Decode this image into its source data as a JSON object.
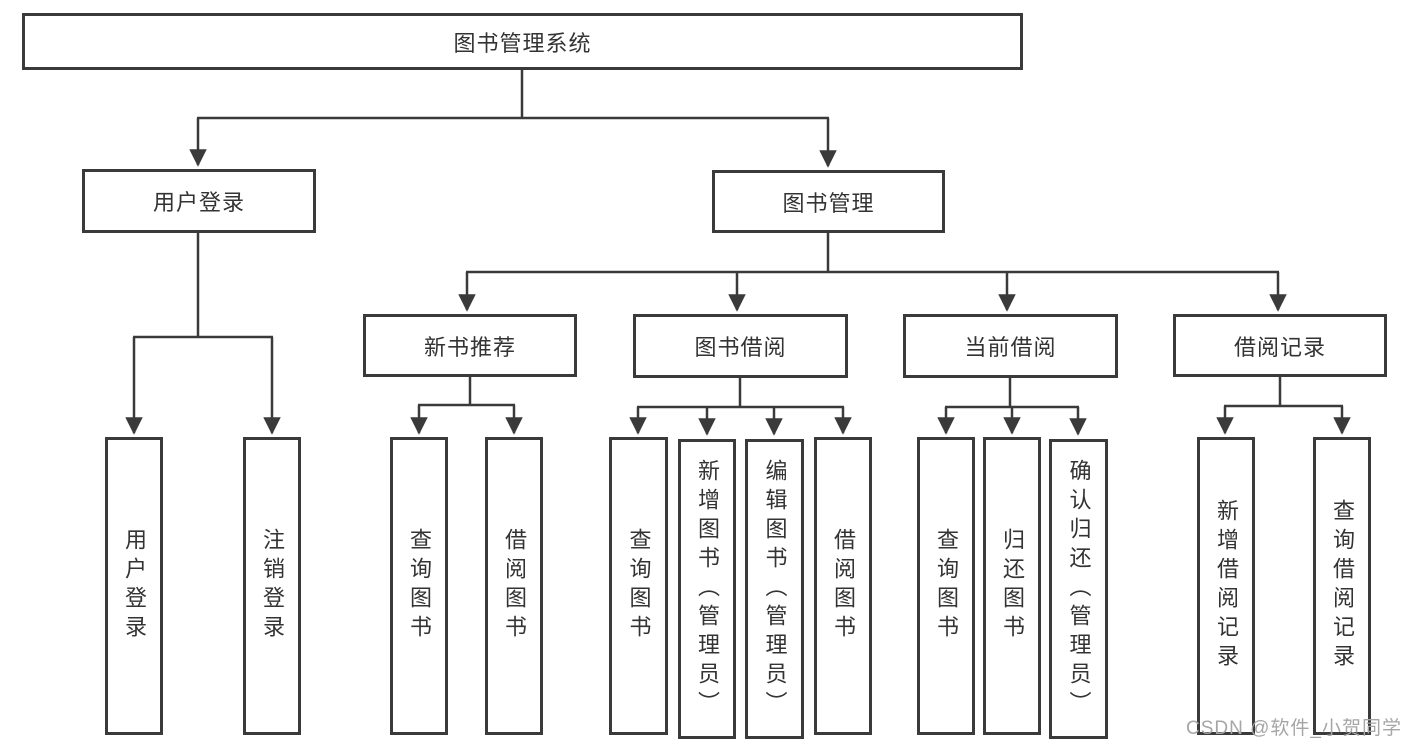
{
  "diagram_title": "图书管理系统",
  "nodes": {
    "root": {
      "label": "图书管理系统"
    },
    "l1": [
      {
        "label": "用户登录"
      },
      {
        "label": "图书管理"
      }
    ],
    "l2": [
      {
        "label": "新书推荐",
        "parent": "图书管理"
      },
      {
        "label": "图书借阅",
        "parent": "图书管理"
      },
      {
        "label": "当前借阅",
        "parent": "图书管理"
      },
      {
        "label": "借阅记录",
        "parent": "图书管理"
      }
    ],
    "leaves": [
      {
        "label": "用户登录",
        "parent": "用户登录"
      },
      {
        "label": "注销登录",
        "parent": "用户登录"
      },
      {
        "label": "查询图书",
        "parent": "新书推荐"
      },
      {
        "label": "借阅图书",
        "parent": "新书推荐"
      },
      {
        "label": "查询图书",
        "parent": "图书借阅"
      },
      {
        "label": "新增图书（管理员）",
        "parent": "图书借阅"
      },
      {
        "label": "编辑图书（管理员）",
        "parent": "图书借阅"
      },
      {
        "label": "借阅图书",
        "parent": "图书借阅"
      },
      {
        "label": "查询图书",
        "parent": "当前借阅"
      },
      {
        "label": "归还图书",
        "parent": "当前借阅"
      },
      {
        "label": "确认归还（管理员）",
        "parent": "当前借阅"
      },
      {
        "label": "新增借阅记录",
        "parent": "借阅记录"
      },
      {
        "label": "查询借阅记录",
        "parent": "借阅记录"
      }
    ]
  },
  "watermark": {
    "text": "CSDN @软件_小贺同学"
  },
  "colors": {
    "line": "#3a3a3a",
    "text": "#333333",
    "background": "#ffffff",
    "watermark": "#a6a6a6"
  }
}
